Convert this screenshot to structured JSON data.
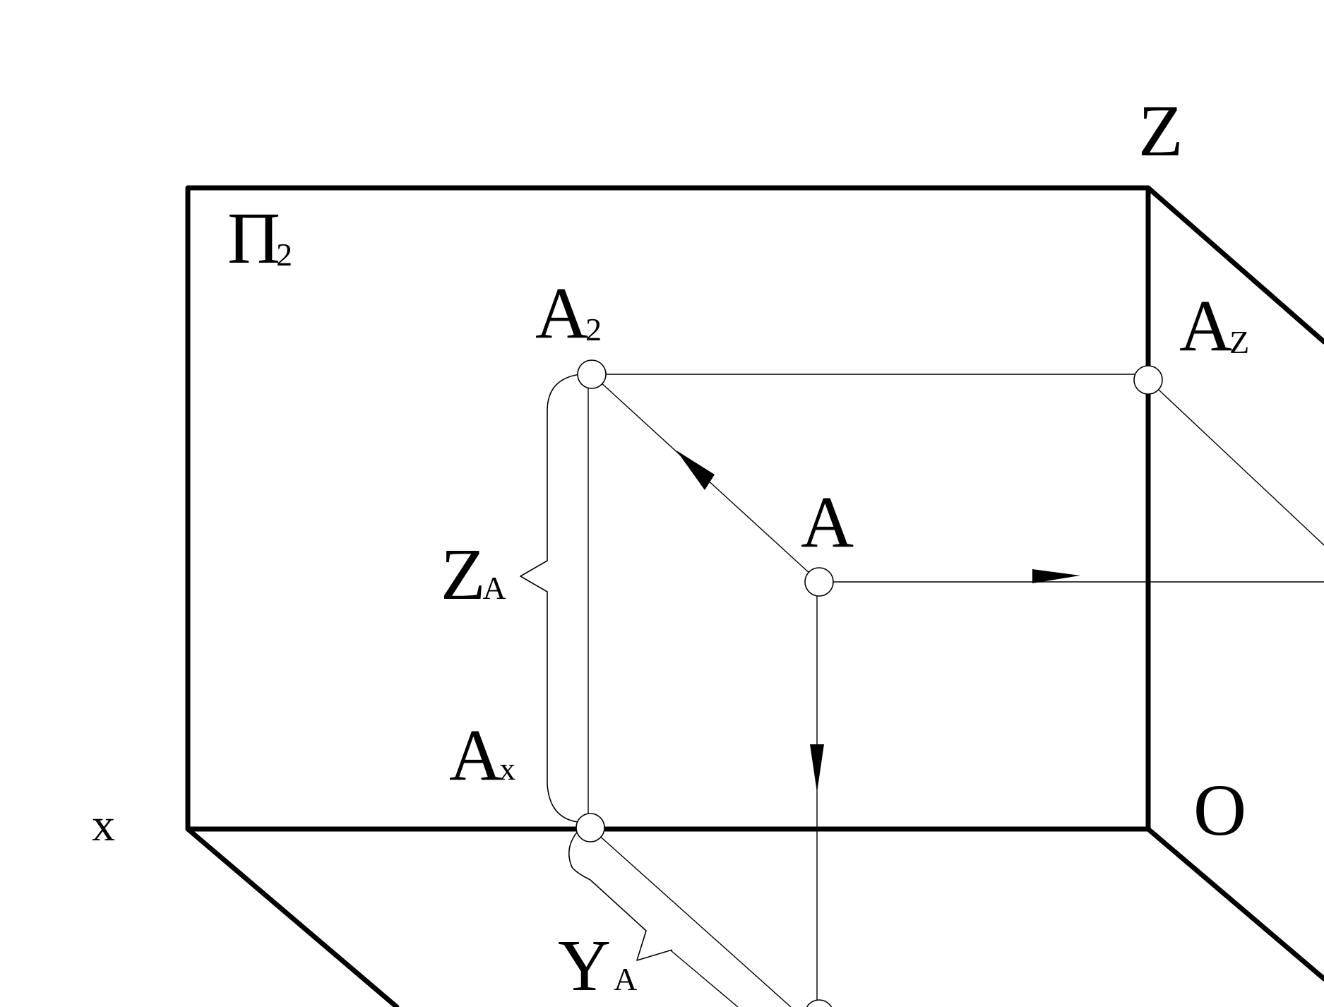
{
  "labels": {
    "plane": {
      "main": "Π",
      "sub": "2"
    },
    "a2": {
      "main": "A",
      "sub": "2"
    },
    "az": {
      "main": "A",
      "sub": "Z"
    },
    "a": {
      "main": "A"
    },
    "za": {
      "main": "Z",
      "sub": "A"
    },
    "ax": {
      "main": "A",
      "sub": "x"
    },
    "ya": {
      "main": "Y",
      "sub": "A"
    },
    "z_axis": "Z",
    "x_axis": "x",
    "origin": "O"
  },
  "colors": {
    "ink": "#000000",
    "paper": "#ffffff"
  }
}
